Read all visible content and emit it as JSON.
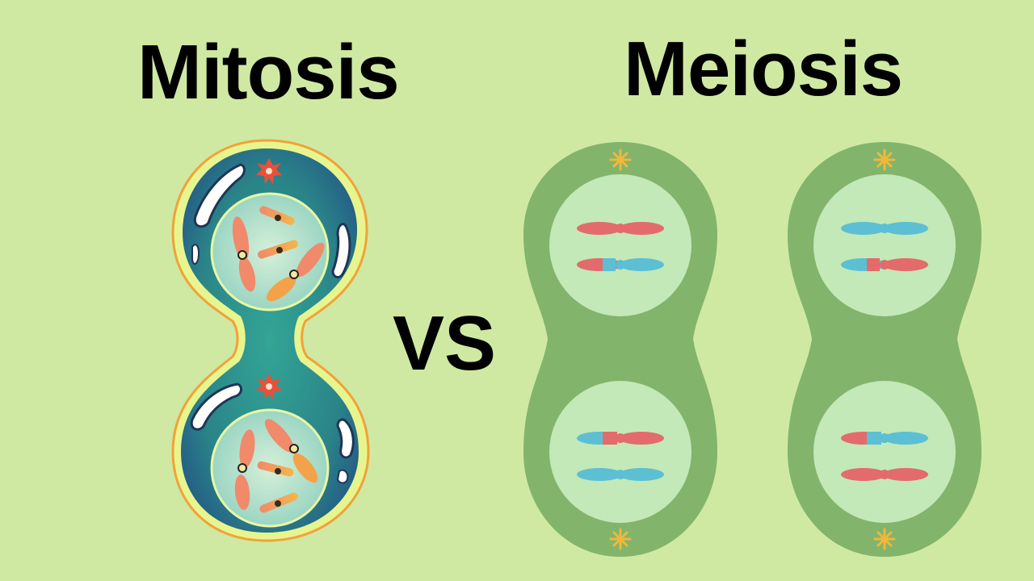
{
  "titles": {
    "left": "Mitosis",
    "right": "Meiosis"
  },
  "vs_label": "VS",
  "colors": {
    "background": "#cfe9a3",
    "mitosis_cytoplasm": "#2e8f8a",
    "mitosis_membrane": "#e7f58f",
    "meiosis_cell": "#83b46c",
    "nucleus": "#c2e9b7",
    "chromosome_red": "#e46b6b",
    "chromosome_blue": "#5cbfd4",
    "centrosome_red": "#e8503a",
    "centrosome_yellow": "#f0b83a"
  },
  "icons": [
    "centrosome-icon",
    "chromosome-icon"
  ]
}
